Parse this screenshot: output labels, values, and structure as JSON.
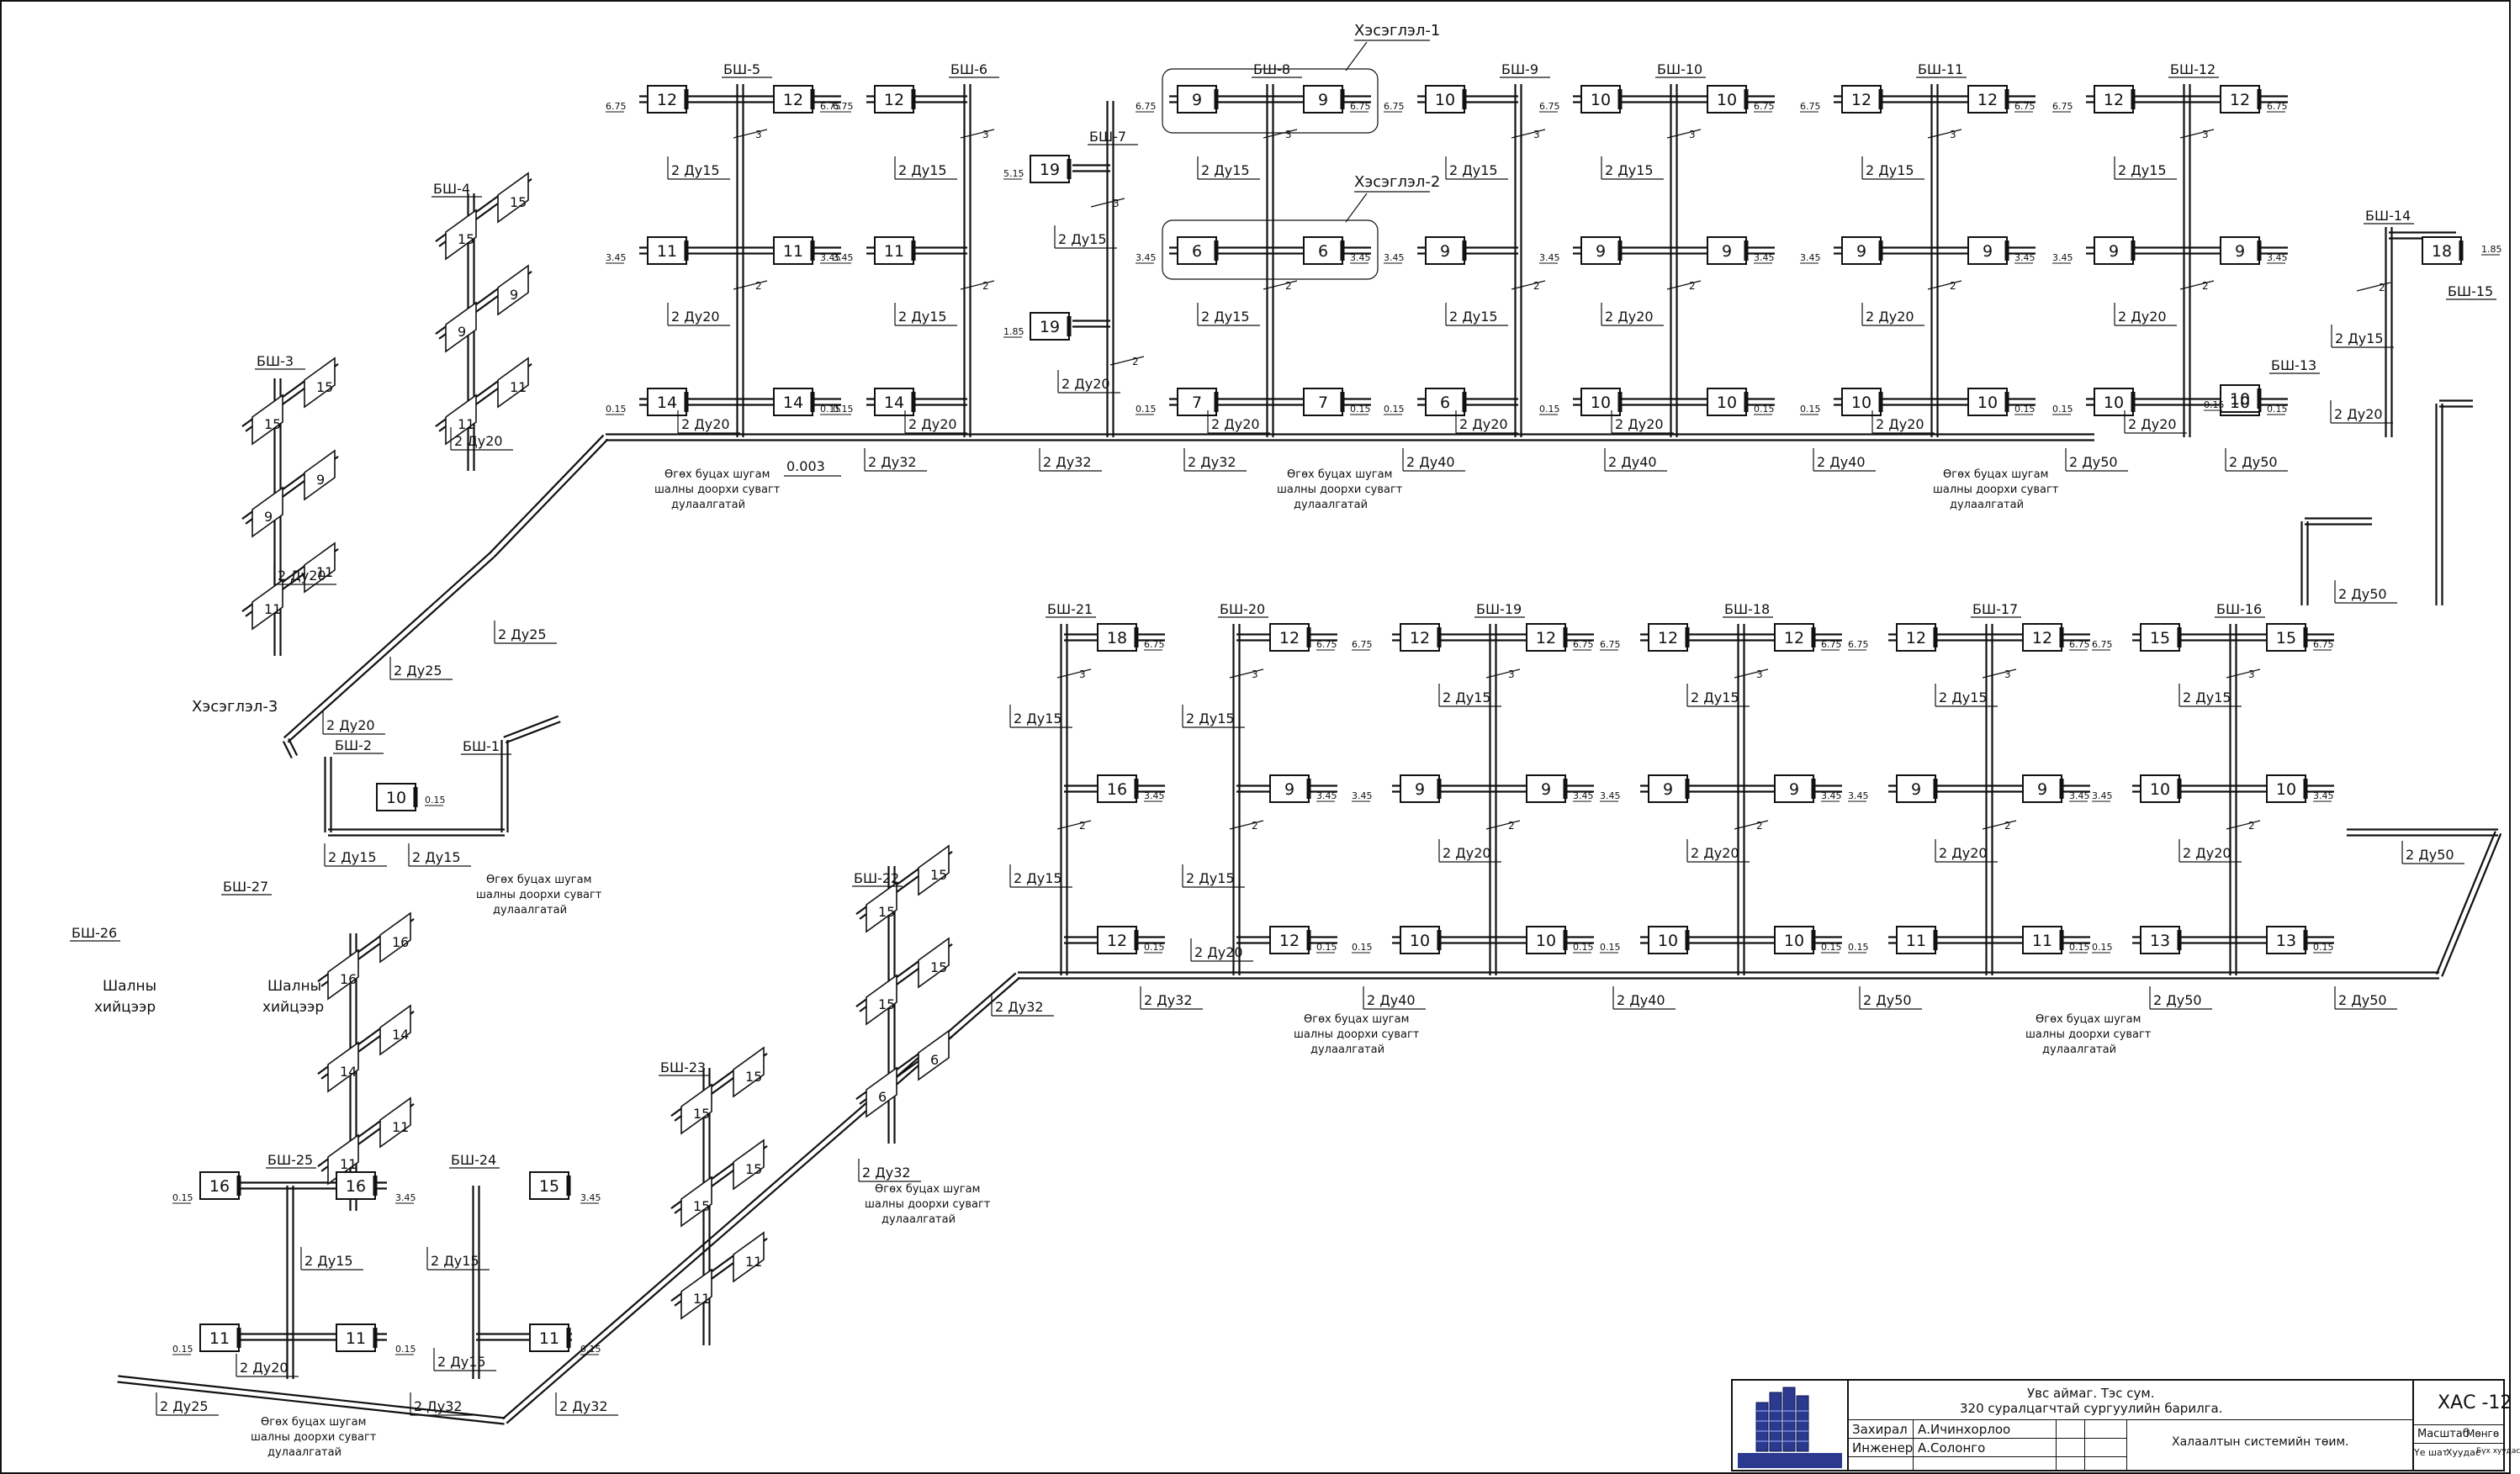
{
  "risers": {
    "bsh5": "БШ-5",
    "bsh6": "БШ-6",
    "bsh7": "БШ-7",
    "bsh8": "БШ-8",
    "bsh9": "БШ-9",
    "bsh10": "БШ-10",
    "bsh11": "БШ-11",
    "bsh12": "БШ-12",
    "bsh13": "БШ-13",
    "bsh14": "БШ-14",
    "bsh15": "БШ-15",
    "bsh4": "БШ-4",
    "bsh3": "БШ-3",
    "bsh2": "БШ-2",
    "bsh1": "БШ-1",
    "bsh21": "БШ-21",
    "bsh20": "БШ-20",
    "bsh19": "БШ-19",
    "bsh18": "БШ-18",
    "bsh17": "БШ-17",
    "bsh16": "БШ-16",
    "bsh22": "БШ-22",
    "bsh23": "БШ-23",
    "bsh24": "БШ-24",
    "bsh25": "БШ-25",
    "bsh26": "БШ-26",
    "bsh27": "БШ-27"
  },
  "groups": {
    "g1": "Хэсэглэл-1",
    "g2": "Хэсэглэл-2",
    "g3": "Хэсэглэл-3"
  },
  "notes": {
    "insulation_1": "Өгөх буцах шугам",
    "insulation_2": "шалны доорхи сувагт",
    "insulation_3": "дулаалгатай",
    "air_1": "Шалны",
    "air_2": "хийцээр",
    "slope": "0.003"
  },
  "pipes": {
    "d15": "2 Ду15",
    "d20": "2 Ду20",
    "d25": "2 Ду25",
    "d32": "2 Ду32",
    "d40": "2 Ду40",
    "d50": "2 Ду50"
  },
  "levels": {
    "top": "6.75",
    "mid": "3.45",
    "low": "0.15",
    "b7a": "5.15",
    "b7b": "1.85",
    "b14": "1.85"
  },
  "radiators": {
    "r12": "12",
    "r11": "11",
    "r14": "14",
    "r9": "9",
    "r6": "6",
    "r7": "7",
    "r10": "10",
    "r19": "19",
    "r18": "18",
    "r16": "16",
    "r15": "15",
    "r13": "13"
  },
  "floors": {
    "f3": "3",
    "f2": "2"
  },
  "title_block": {
    "project_1": "Увс аймаг. Тэс сум.",
    "project_2": "320 суралцагчтай сургуулийн барилга.",
    "role_1": "Захирал",
    "role_2": "Инженер",
    "name_1": "А.Ичинхорлоо",
    "name_2": "А.Солонго",
    "sheet_title": "Халаалтын системийн төим.",
    "sheet_code": "ХАС -12",
    "col_1": "Масштаб",
    "col_2": "Мөнгө",
    "col_3": "Үе шат",
    "col_4": "Хуудас",
    "col_5": "Бүх хуудас"
  }
}
